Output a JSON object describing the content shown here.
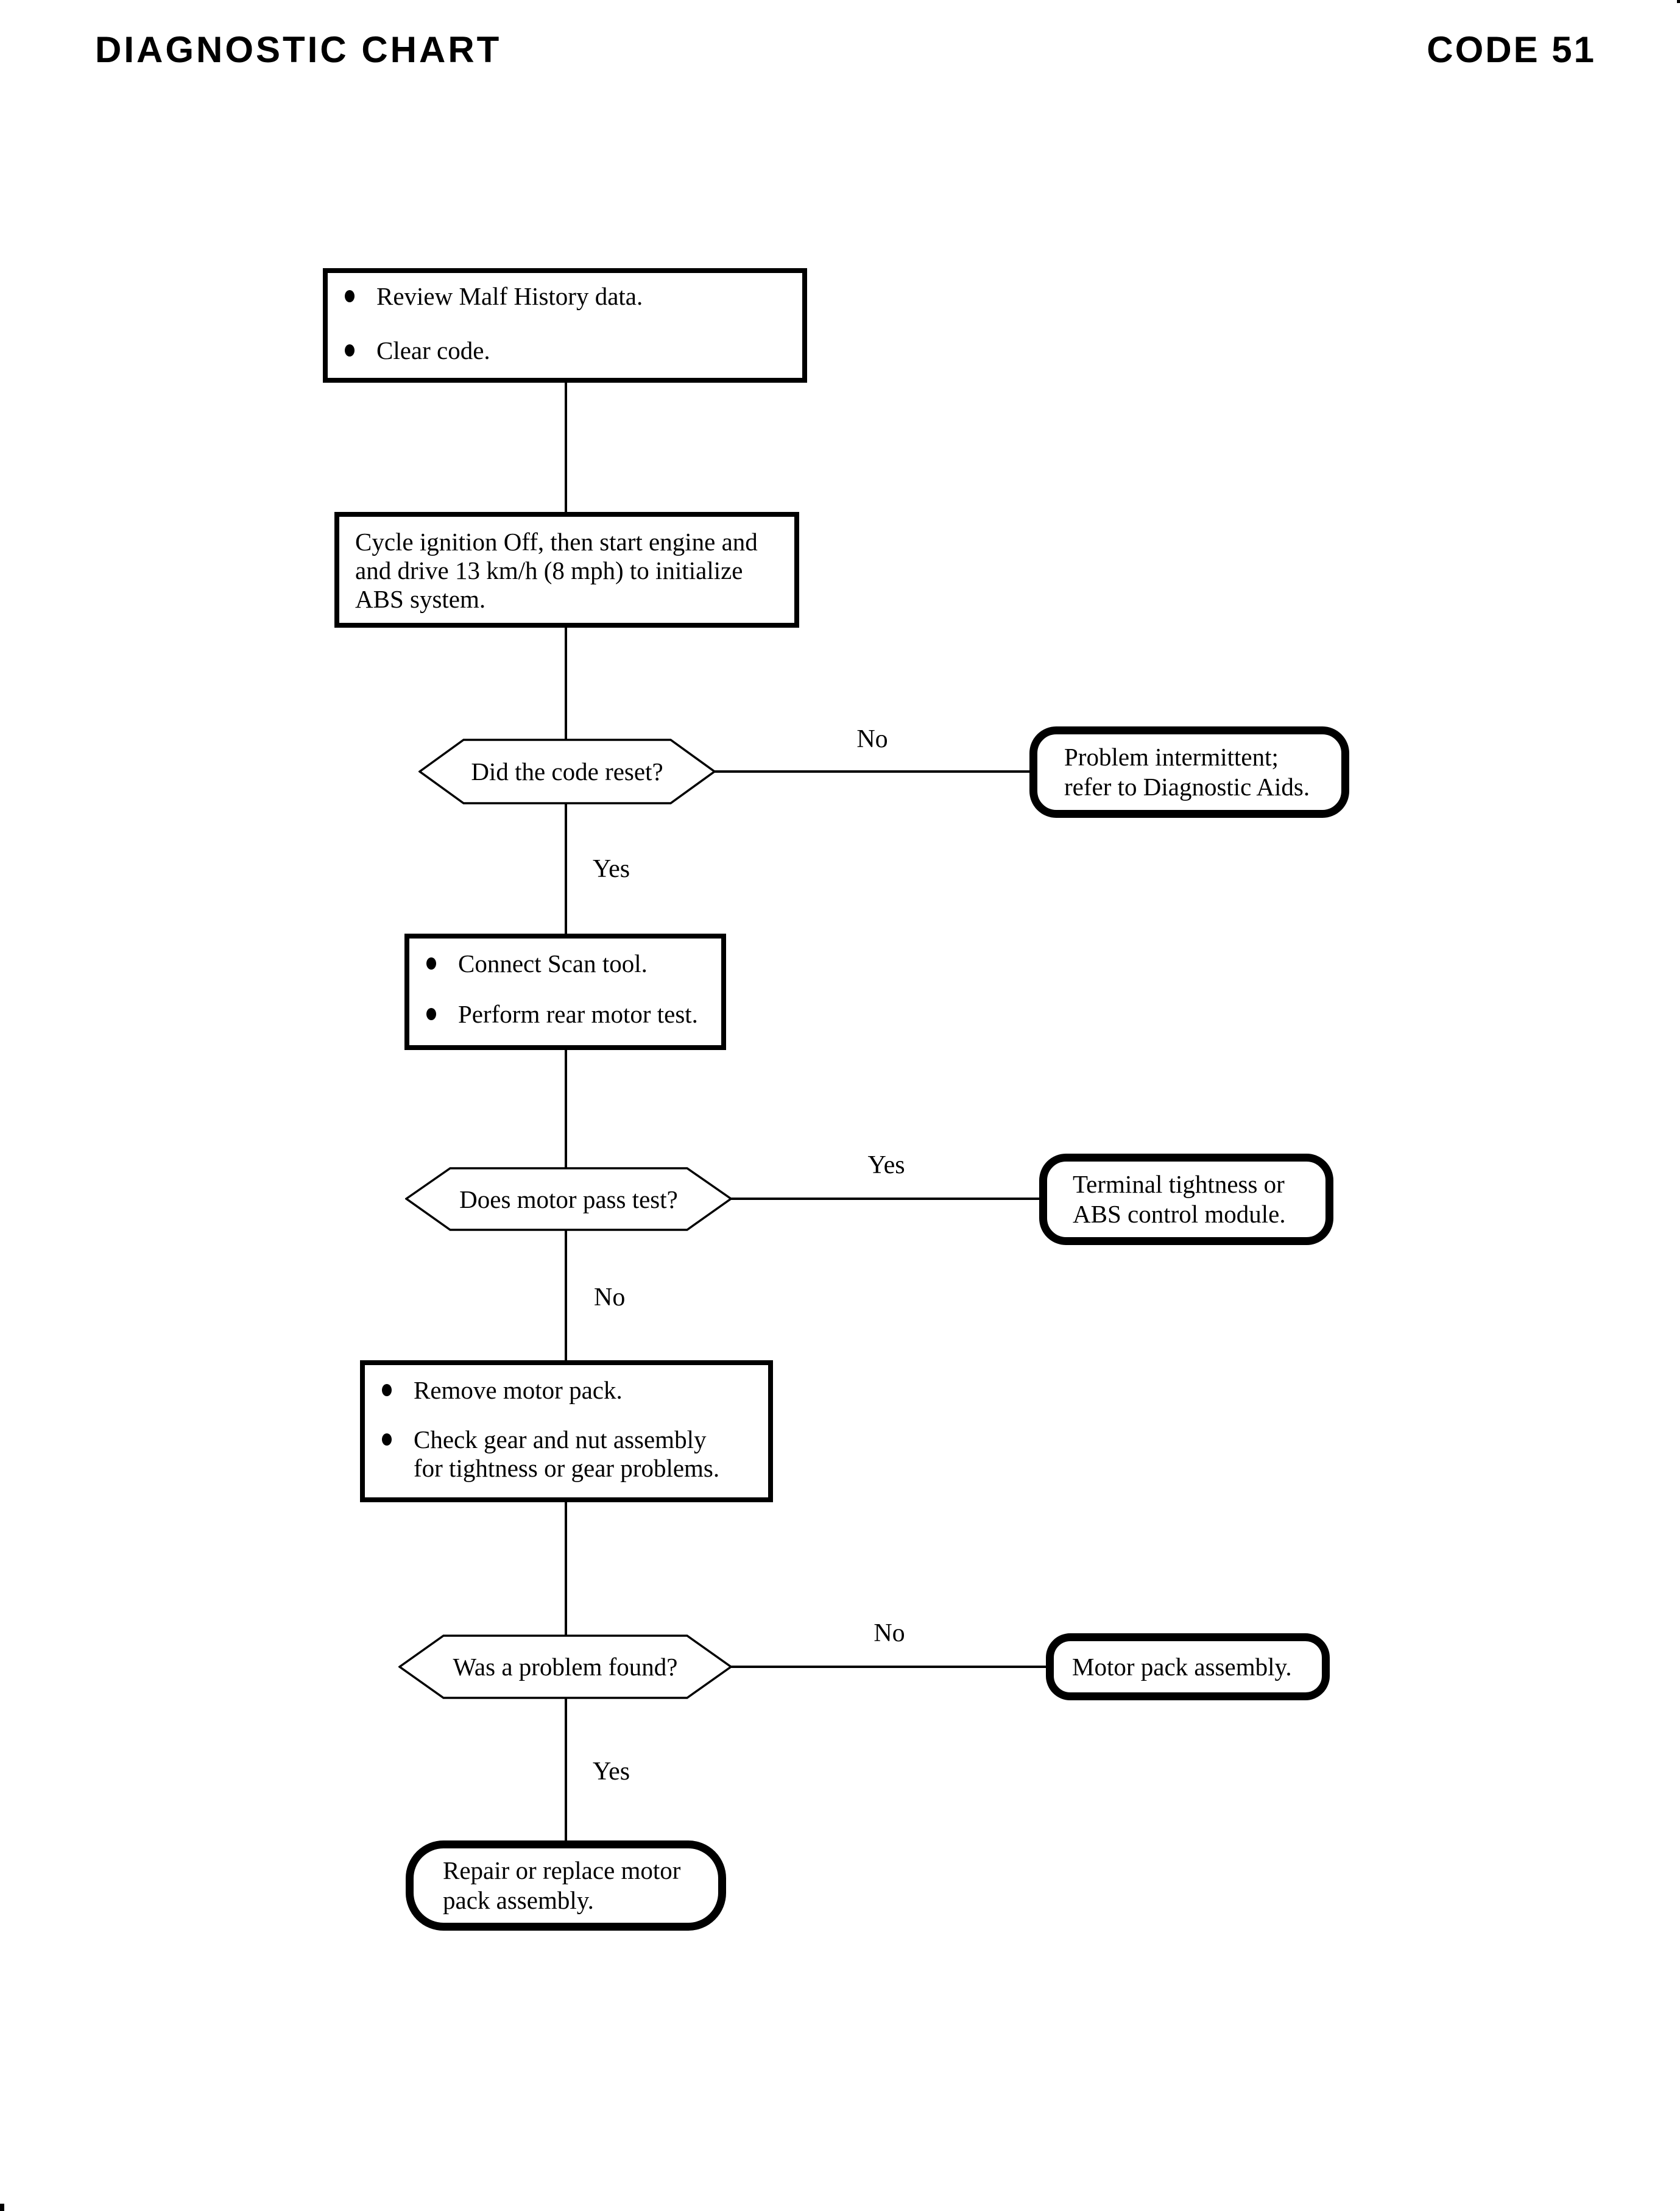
{
  "header": {
    "title": "DIAGNOSTIC CHART",
    "code": "CODE 51"
  },
  "colors": {
    "ink": "#000000",
    "paper": "#ffffff"
  },
  "flow": {
    "step_review": {
      "items": [
        "Review Malf History data.",
        "Clear code."
      ]
    },
    "step_cycle": {
      "lines": [
        "Cycle ignition Off, then start engine and",
        "and drive 13 km/h (8 mph) to initialize",
        "ABS system."
      ]
    },
    "decision_reset": {
      "question": "Did the code reset?",
      "no": "No",
      "yes": "Yes"
    },
    "result_intermittent": {
      "lines": [
        "Problem intermittent;",
        "refer to Diagnostic Aids."
      ]
    },
    "step_scan": {
      "items": [
        "Connect Scan tool.",
        "Perform rear motor test."
      ]
    },
    "decision_motor": {
      "question": "Does motor pass test?",
      "yes": "Yes",
      "no": "No"
    },
    "result_tightness": {
      "lines": [
        "Terminal tightness or",
        "ABS control module."
      ]
    },
    "step_remove": {
      "items": [
        "Remove motor pack.",
        "Check gear and nut assembly for tightness or gear problems."
      ]
    },
    "decision_problem": {
      "question": "Was a problem found?",
      "no": "No",
      "yes": "Yes"
    },
    "result_motor_pack": {
      "line": "Motor pack assembly."
    },
    "result_repair": {
      "lines": [
        "Repair or replace motor",
        "pack assembly."
      ]
    }
  }
}
